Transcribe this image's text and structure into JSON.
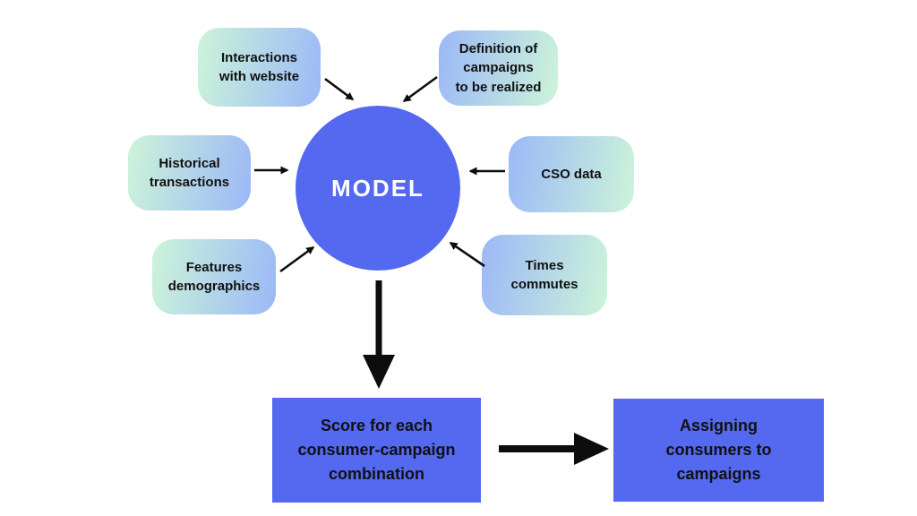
{
  "palette": {
    "background": "#ffffff",
    "node-blue": "#5468F0",
    "gradient-blue": "#9BB8F7",
    "gradient-green": "#CDF4D9",
    "arrow-color": "#0d0d0d",
    "label-color": "#111111",
    "center-text": "#ffffff"
  },
  "diagram": {
    "center_node": {
      "label": "MODEL"
    },
    "input_nodes": [
      {
        "label": "Interactions\nwith website"
      },
      {
        "label": "Definition of\ncampaigns\nto be realized"
      },
      {
        "label": "Historical\ntransactions"
      },
      {
        "label": "CSO data"
      },
      {
        "label": "Features\ndemographics"
      },
      {
        "label": "Times\ncommutes"
      }
    ],
    "output_nodes": [
      {
        "label": "Score for each\nconsumer-campaign\ncombination"
      },
      {
        "label": "Assigning\nconsumers to\ncampaigns"
      }
    ]
  }
}
